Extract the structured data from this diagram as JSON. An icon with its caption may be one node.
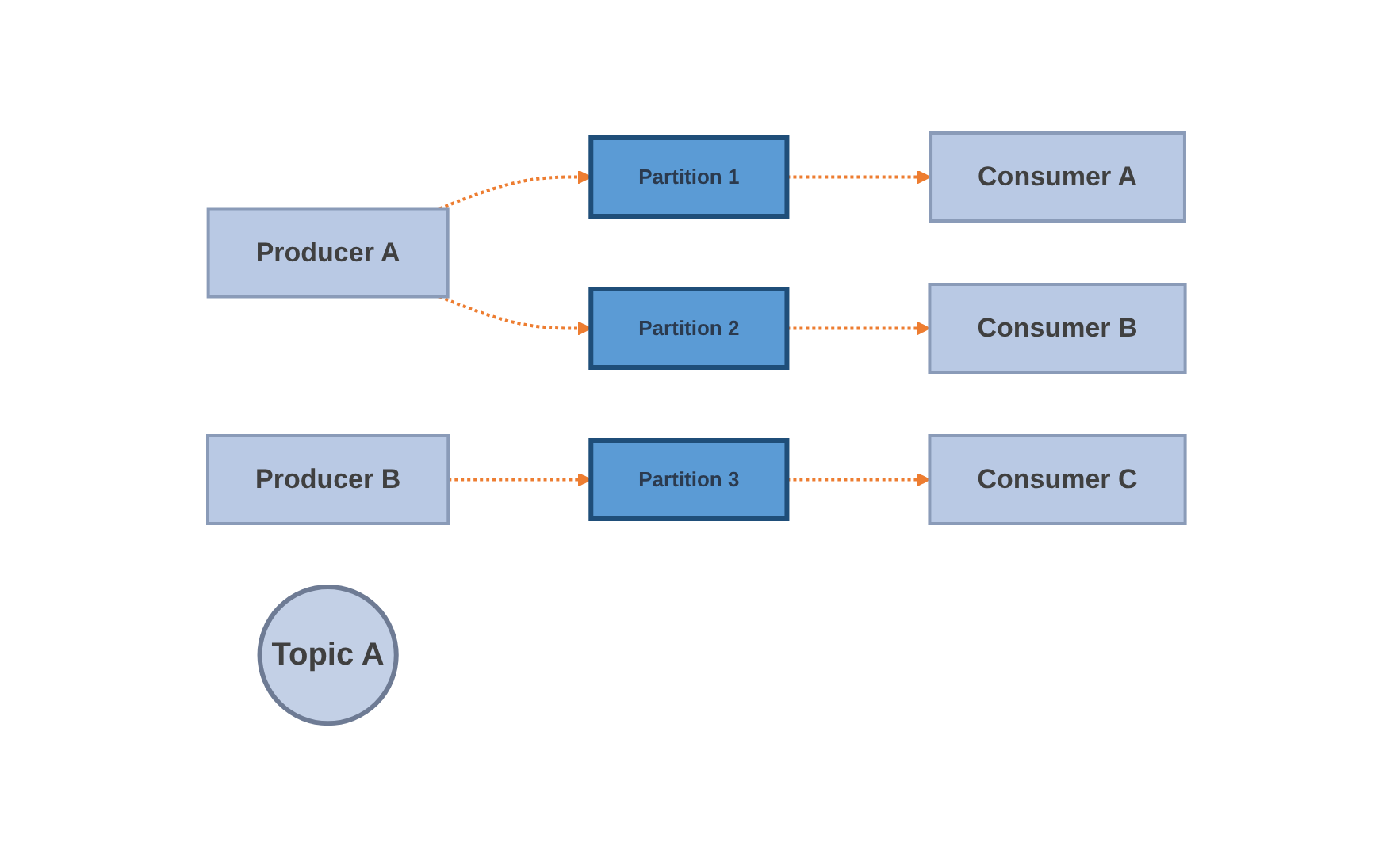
{
  "diagram": {
    "nodes": [
      {
        "text": [
          "Producer A"
        ]
      },
      {
        "text": [
          "Producer B"
        ]
      },
      {
        "text": [
          "Topic A"
        ]
      },
      {
        "text": [
          "Partition 1"
        ]
      },
      {
        "text": [
          "Partition 2"
        ]
      },
      {
        "text": [
          "Partition 3"
        ]
      },
      {
        "text": [
          "Consumer A"
        ]
      },
      {
        "text": [
          "Consumer B"
        ]
      },
      {
        "text": [
          "Consumer C"
        ]
      }
    ],
    "edges": [
      {
        "from": 0,
        "to": 3,
        "arrow": "to",
        "style": "dashed"
      },
      {
        "from": 0,
        "to": 4,
        "arrow": "to",
        "style": "dashed"
      },
      {
        "from": 1,
        "to": 5,
        "arrow": "to",
        "style": "dashed"
      },
      {
        "from": 3,
        "to": 6,
        "arrow": "to",
        "style": "dashed"
      },
      {
        "from": 4,
        "to": 7,
        "arrow": "to",
        "style": "dashed"
      },
      {
        "from": 5,
        "to": 8,
        "arrow": "to",
        "style": "dashed"
      }
    ]
  }
}
